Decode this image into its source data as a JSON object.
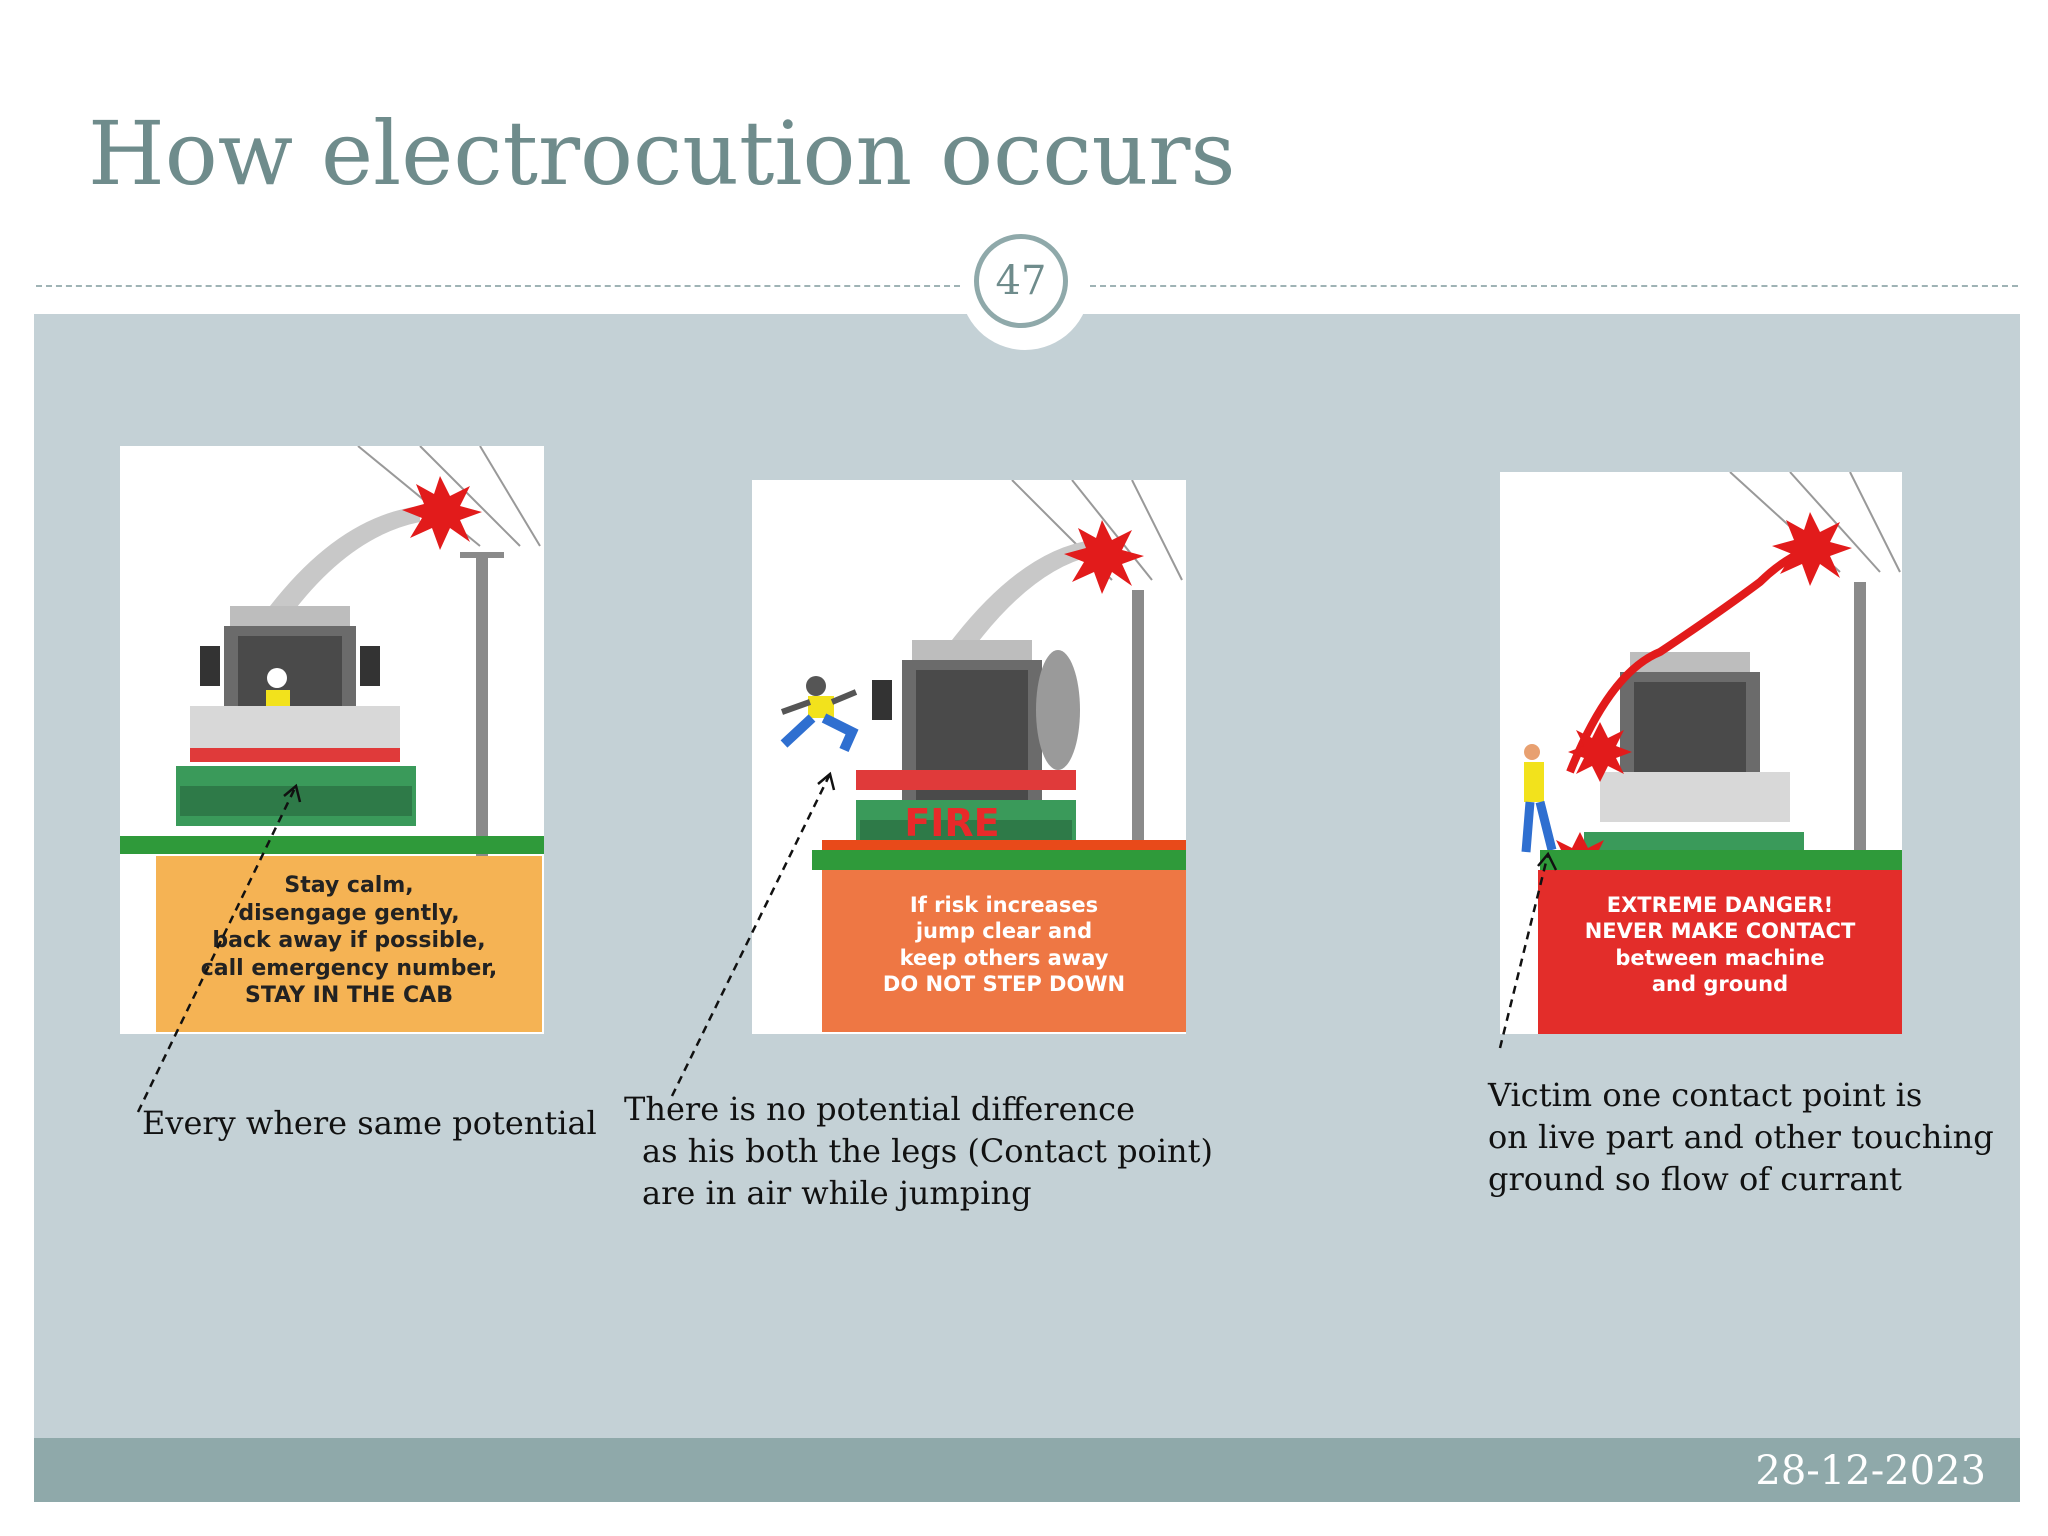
{
  "slide": {
    "title": "How electrocution occurs",
    "page_number": "47",
    "date": "28-12-2023"
  },
  "panels": [
    {
      "sign_lines": [
        "Stay calm,",
        "disengage gently,",
        "back away if possible,",
        "call emergency number,",
        "STAY IN THE CAB"
      ],
      "sign_color": "#f5b354",
      "sign_text_color": "#222222",
      "caption_lines": [
        "Every where same potential"
      ]
    },
    {
      "fire_label": "FIRE",
      "sign_lines": [
        "If risk increases",
        "jump clear and",
        "keep others away",
        "DO NOT STEP DOWN"
      ],
      "sign_color": "#ee7744",
      "sign_text_color": "#ffffff",
      "caption_lines": [
        "There is no potential difference",
        "as his both the legs (Contact point)",
        "are in air while jumping"
      ]
    },
    {
      "sign_lines": [
        "EXTREME DANGER!",
        "NEVER MAKE CONTACT",
        "between machine",
        "and ground"
      ],
      "sign_color": "#e32d2a",
      "sign_text_color": "#ffffff",
      "caption_lines": [
        "Victim one contact point is",
        "on live part and other touching",
        "ground so flow of currant"
      ]
    }
  ],
  "colors": {
    "title": "#6f8c8c",
    "content_bg": "#c4d1d6",
    "footer_bg": "#8fa9aa",
    "grass": "#2f9a3a",
    "spark": "#e21b1b"
  }
}
